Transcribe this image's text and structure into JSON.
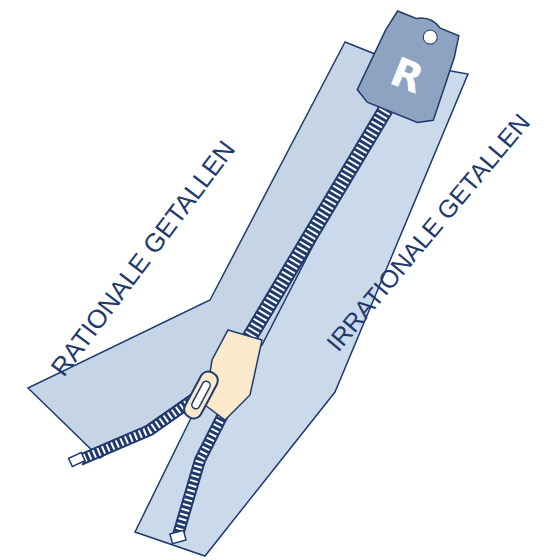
{
  "diagram": {
    "nodes": [
      {
        "text": [
          "R"
        ]
      }
    ],
    "labels": [
      "RATIONALE GETALLEN",
      "IRRATIONALE GETALLEN"
    ]
  }
}
